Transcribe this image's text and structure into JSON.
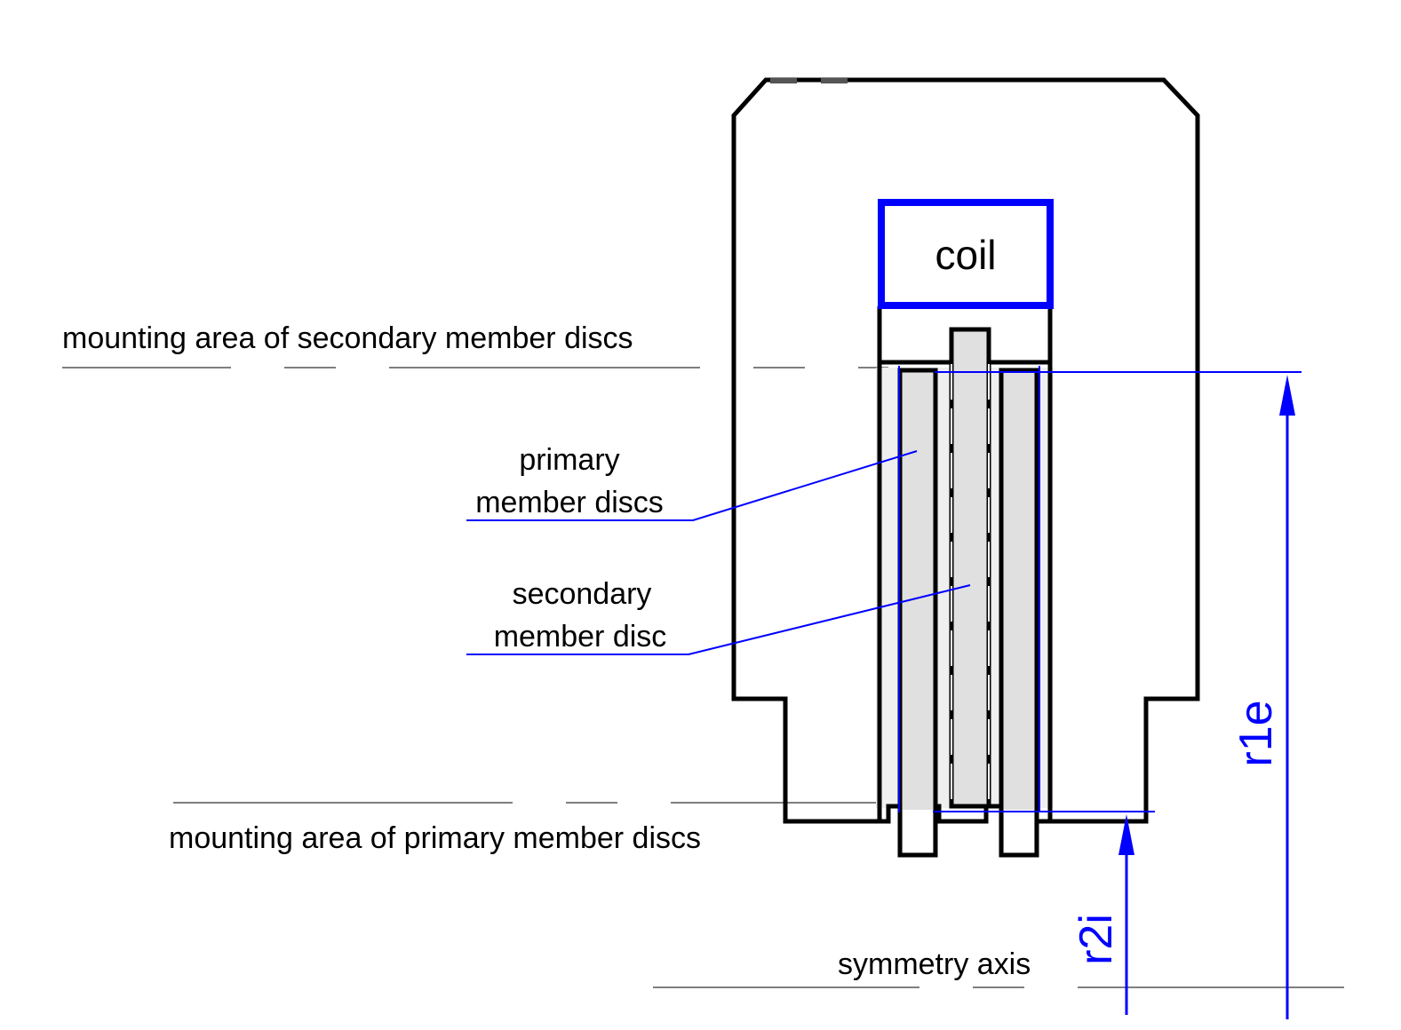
{
  "labels": {
    "coil": "coil",
    "mounting_secondary": "mounting area of secondary member discs",
    "mounting_primary": "mounting area of primary member discs",
    "primary_line1": "primary",
    "primary_line2": "member discs",
    "secondary_line1": "secondary",
    "secondary_line2": "member disc",
    "symmetry_axis": "symmetry axis",
    "r1e": "r1e",
    "r2i": "r2i"
  },
  "colors": {
    "outline": "#000000",
    "coil": "#0000ff",
    "annotation": "#0000ff",
    "disc_fill": "#e0e0e0",
    "centerline": "#555555"
  }
}
